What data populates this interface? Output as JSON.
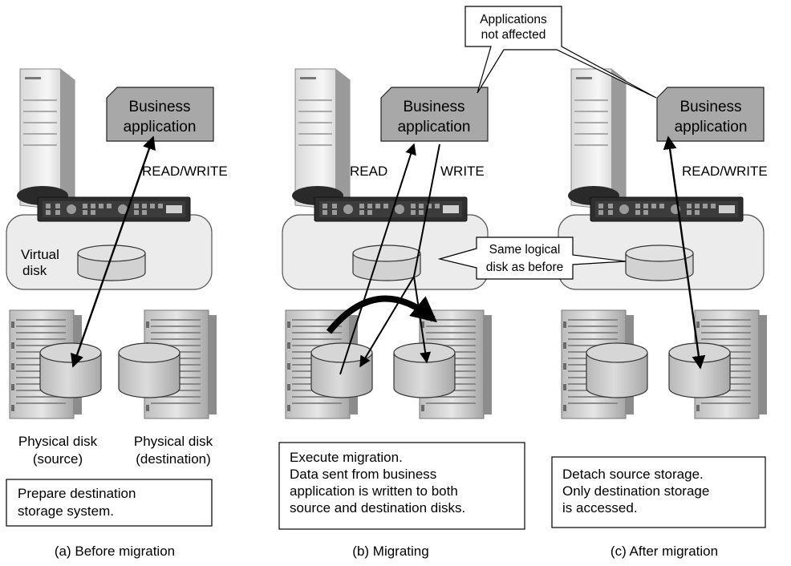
{
  "panels": [
    {
      "caption": "(a) Before migration",
      "app_label": [
        "Business",
        "application"
      ],
      "io_label": "READ/WRITE",
      "virtual_disk_label": [
        "Virtual",
        "disk"
      ],
      "source_disk_label": [
        "Physical disk",
        "(source)"
      ],
      "destination_disk_label": [
        "Physical disk",
        "(destination)"
      ],
      "note": [
        "Prepare destination",
        "storage system."
      ]
    },
    {
      "caption": "(b) Migrating",
      "app_label": [
        "Business",
        "application"
      ],
      "read_label": "READ",
      "write_label": "WRITE",
      "note": [
        "Execute migration.",
        "Data sent from business",
        "application is written to both",
        "source and destination disks."
      ]
    },
    {
      "caption": "(c) After migration",
      "app_label": [
        "Business",
        "application"
      ],
      "io_label": "READ/WRITE",
      "note": [
        "Detach source storage.",
        "Only destination storage",
        "is accessed."
      ]
    }
  ],
  "callouts": {
    "applications": [
      "Applications",
      "not affected"
    ],
    "logical_disk": [
      "Same logical",
      "disk as before"
    ]
  },
  "colors": {
    "app_fill": "#a8a8a8",
    "virtualization_box_fill": "#ececec",
    "disk_fill": "#c8c8c8",
    "device_dark": "#2e2e2e"
  }
}
